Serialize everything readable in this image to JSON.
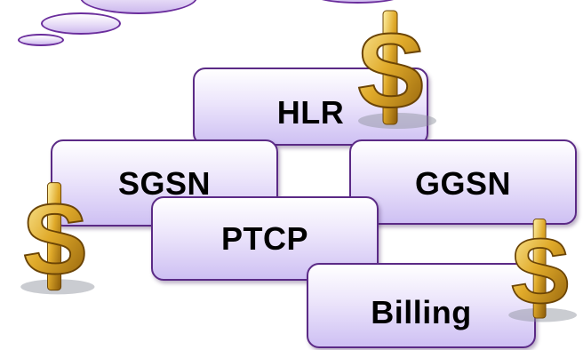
{
  "nodes": {
    "hlr": "HLR",
    "sgsn": "SGSN",
    "ggsn": "GGSN",
    "ptcp": "PTCP",
    "billing": "Billing"
  },
  "colors": {
    "border": "#5b2a86",
    "fill_light": "#ece5fb",
    "fill_dark": "#cec0f3",
    "gold": "#d9a21c"
  },
  "icons": [
    "cloud-shape",
    "dollar-sign-icon"
  ]
}
